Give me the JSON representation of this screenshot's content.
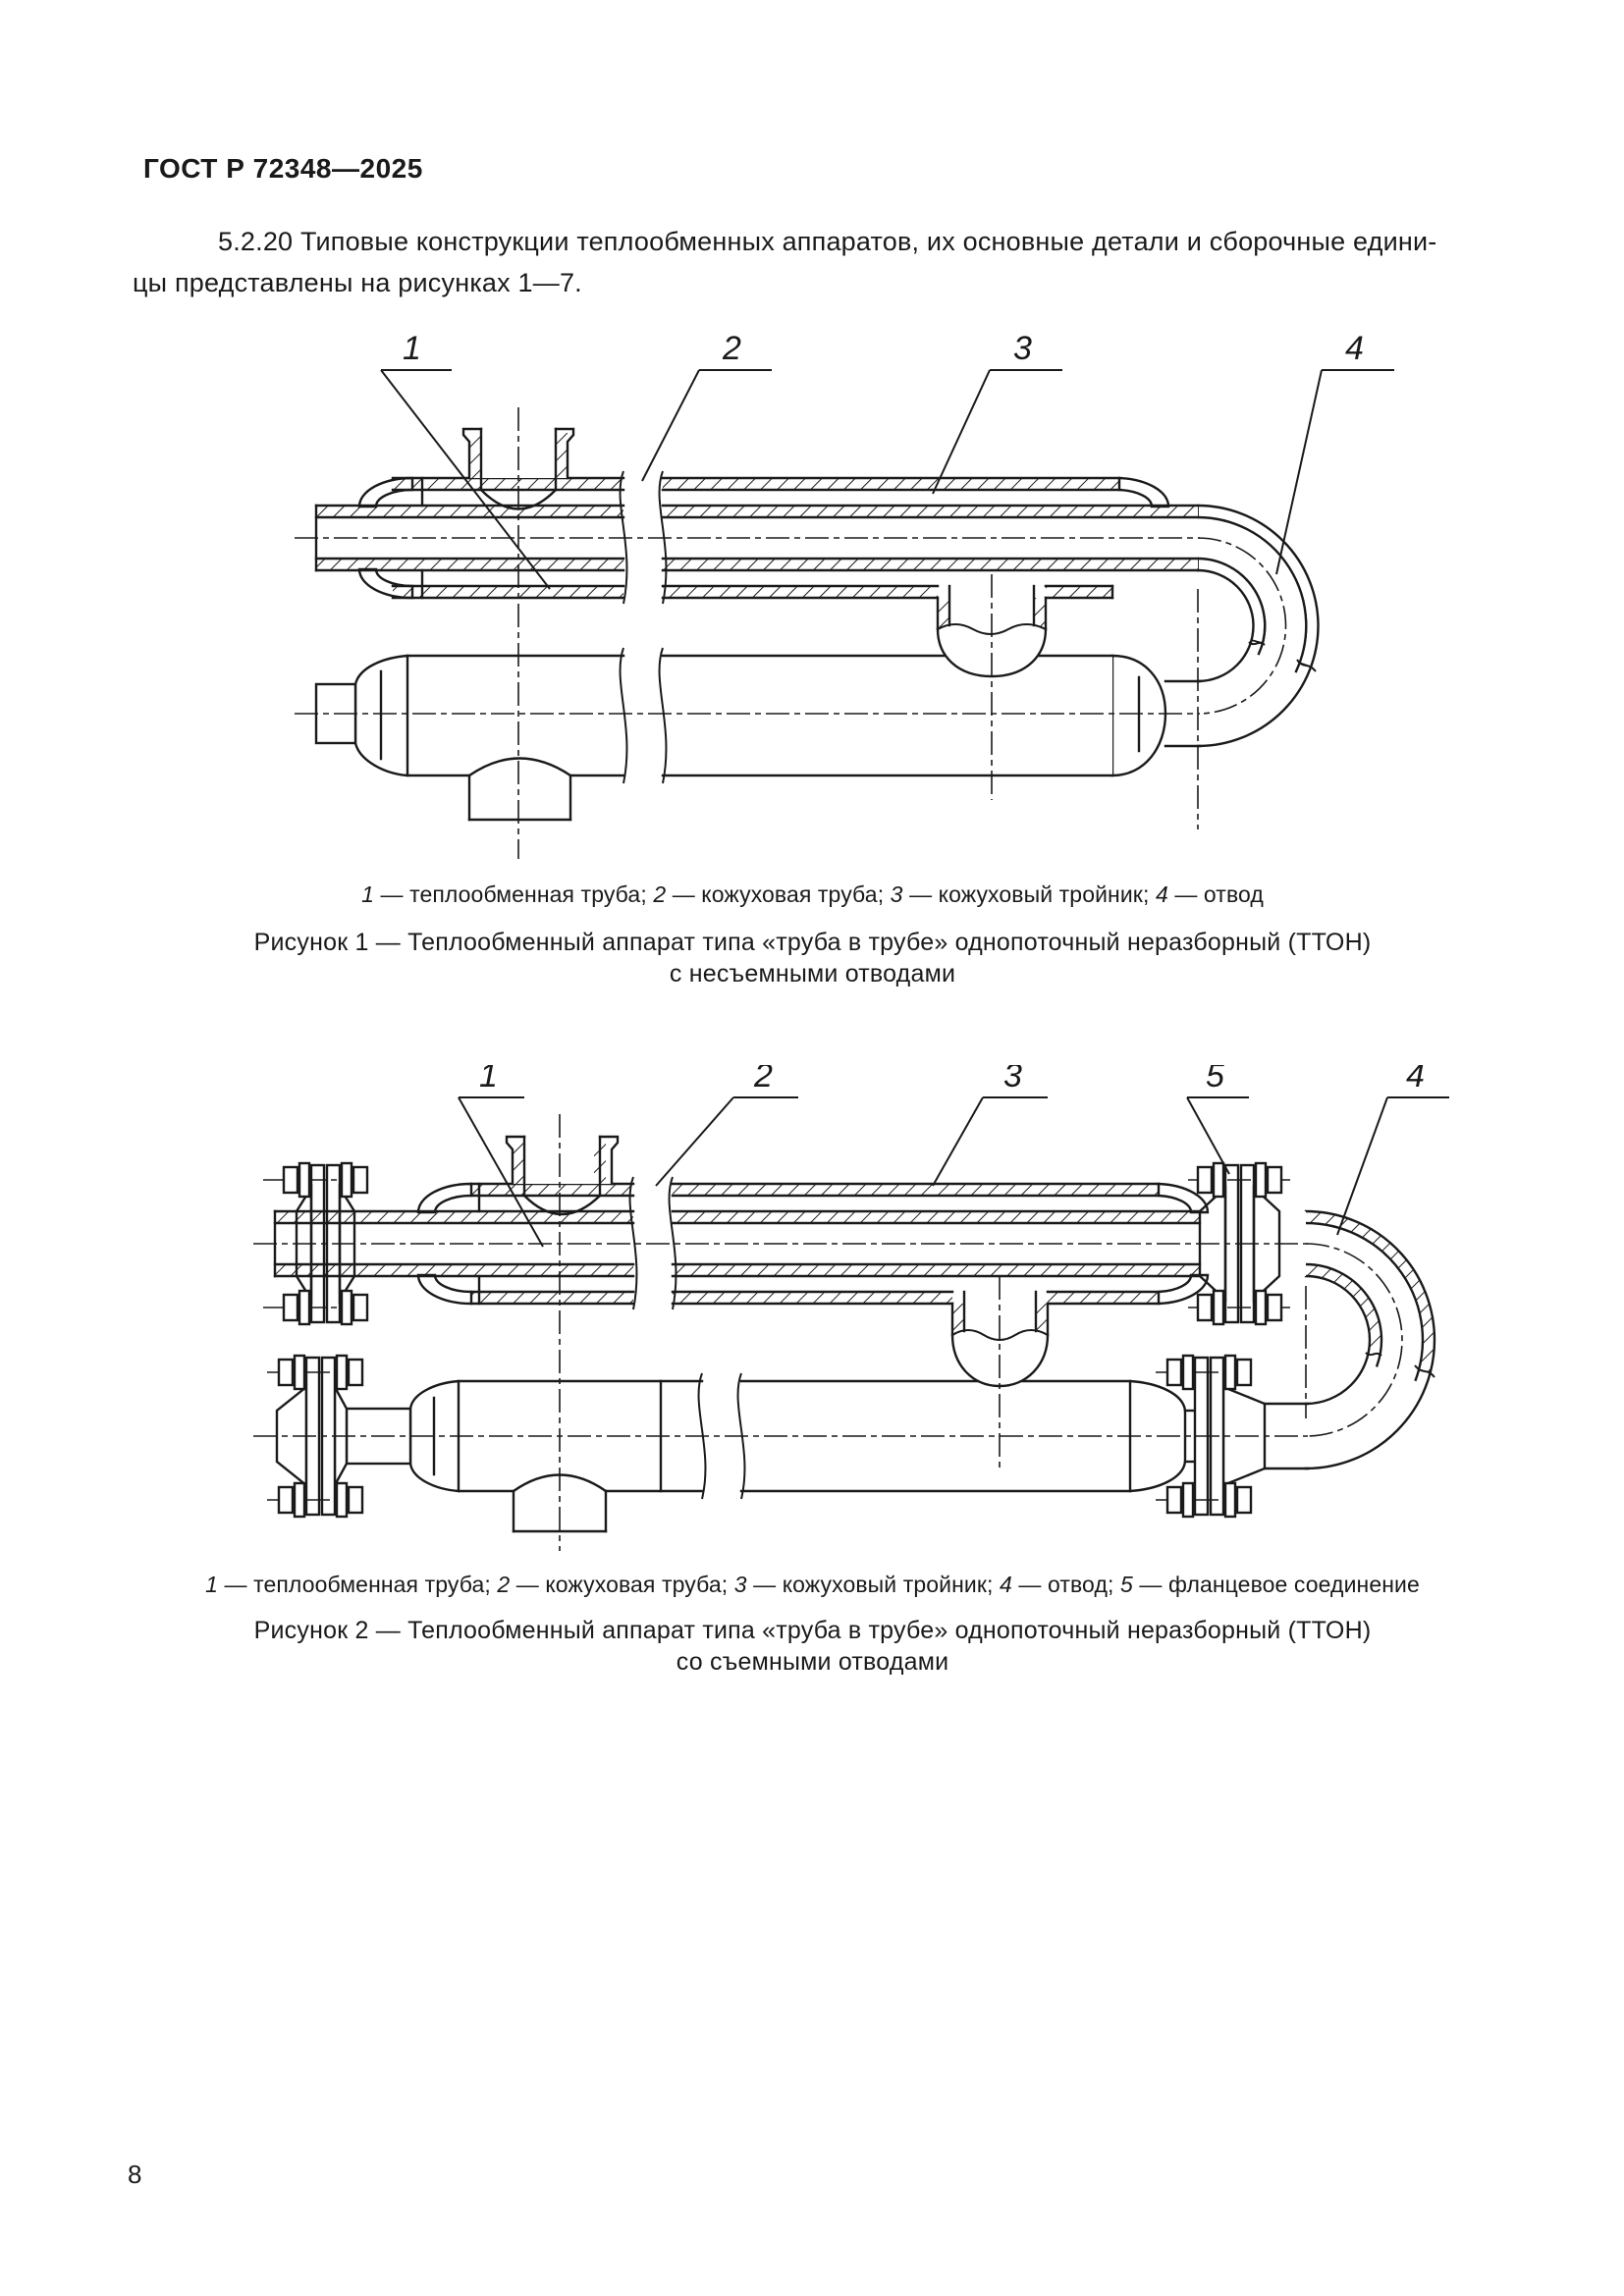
{
  "header": {
    "standard_code": "ГОСТ Р 72348—2025"
  },
  "paragraph": {
    "line1": "5.2.20  Типовые конструкции теплообменных аппаратов, их основные детали и сборочные едини-",
    "line2": "цы представлены на рисунках 1—7."
  },
  "figure1": {
    "callouts": {
      "c1": "1",
      "c2": "2",
      "c3": "3",
      "c4": "4"
    },
    "legend": [
      {
        "n": "1",
        "t": " — теплообменная труба; "
      },
      {
        "n": "2",
        "t": " — кожуховая труба; "
      },
      {
        "n": "3",
        "t": " — кожуховый тройник; "
      },
      {
        "n": "4",
        "t": " — отвод"
      }
    ],
    "caption_line1": "Рисунок 1 — Теплообменный аппарат типа «труба в трубе» однопоточный неразборный (ТТОН)",
    "caption_line2": "с несъемными отводами"
  },
  "figure2": {
    "callouts": {
      "c1": "1",
      "c2": "2",
      "c3": "3",
      "c5": "5",
      "c4": "4"
    },
    "legend": [
      {
        "n": "1",
        "t": " — теплообменная труба; "
      },
      {
        "n": "2",
        "t": " — кожуховая труба; "
      },
      {
        "n": "3",
        "t": " — кожуховый тройник; "
      },
      {
        "n": "4",
        "t": " — отвод; "
      },
      {
        "n": "5",
        "t": " — фланцевое соединение"
      }
    ],
    "caption_line1": "Рисунок 2 — Теплообменный аппарат типа «труба в трубе» однопоточный неразборный (ТТОН)",
    "caption_line2": "со съемными отводами"
  },
  "footer": {
    "page_number": "8"
  }
}
